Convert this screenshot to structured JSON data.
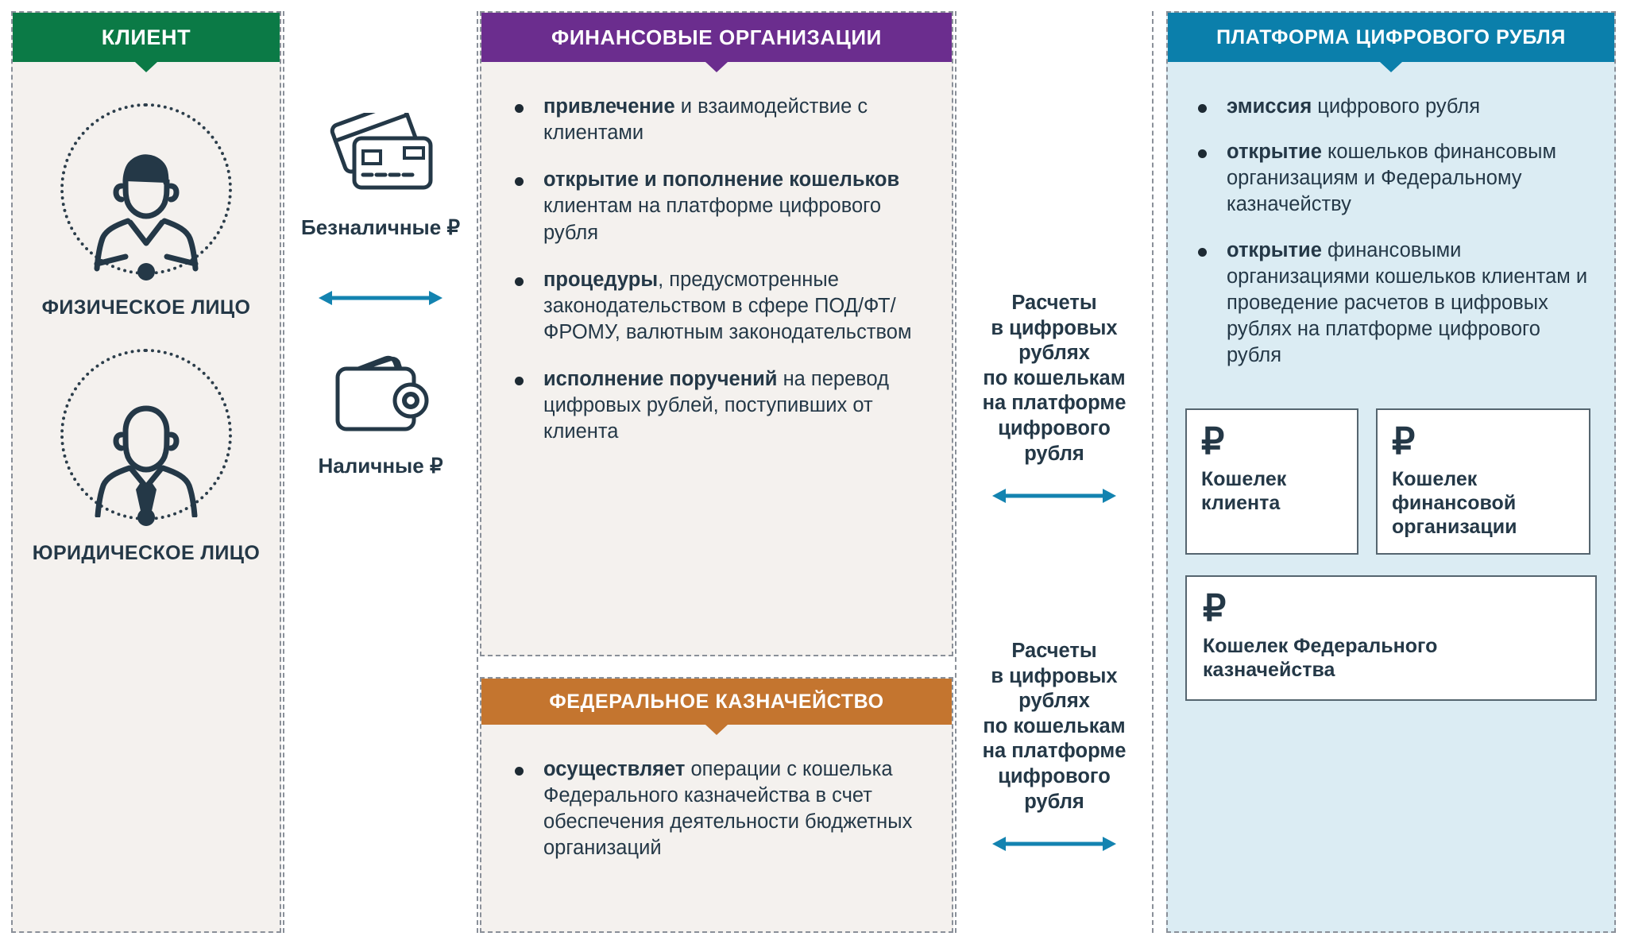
{
  "colors": {
    "client_header": "#0b7a46",
    "finorg_header": "#6b2d8e",
    "treasury_header": "#c4752f",
    "platform_header": "#0b7fab",
    "arrow": "#1383b0",
    "panel_beige": "#f4f1ee",
    "panel_blue": "#dbecf3",
    "ink": "#243847"
  },
  "client": {
    "header": "КЛИЕНТ",
    "persons": [
      {
        "icon": "person-casual-icon",
        "label": "ФИЗИЧЕСКОЕ\nЛИЦО"
      },
      {
        "icon": "person-suit-tie-icon",
        "label": "ЮРИДИЧЕСКОЕ\nЛИЦО"
      }
    ]
  },
  "money_flows": [
    {
      "icon": "credit-cards-icon",
      "label": "Безналичные ₽",
      "arrow": "double-arrow"
    },
    {
      "icon": "wallet-icon",
      "label": "Наличные ₽",
      "arrow": "none"
    }
  ],
  "financial_organizations": {
    "header": "ФИНАНСОВЫЕ ОРГАНИЗАЦИИ",
    "bullets": [
      {
        "bold": "привлечение",
        "rest": " и взаимодействие с клиентами"
      },
      {
        "bold": "открытие и пополнение кошельков",
        "rest": " клиентам на платформе цифрового рубля"
      },
      {
        "bold": "процедуры",
        "rest": ", предусмотренные законодательством в сфере ПОД/ФТ/ФРОМУ, валютным законодательством"
      },
      {
        "bold": "исполнение поручений",
        "rest": " на перевод цифровых рублей, поступивших от клиента"
      }
    ]
  },
  "federal_treasury": {
    "header": "ФЕДЕРАЛЬНОЕ КАЗНАЧЕЙСТВО",
    "bullets": [
      {
        "bold": "осуществляет",
        "rest": " операции с кошелька Федерального казначейства в счет обеспечения деятельности бюджетных организаций"
      }
    ]
  },
  "settlements": [
    {
      "text": "Расчеты\nв цифровых\nрублях\nпо кошелькам\nна платформе\nцифрового\nрубля",
      "arrow": "double-arrow"
    },
    {
      "text": "Расчеты\nв цифровых\nрублях\nпо кошелькам\nна платформе\nцифрового\nрубля",
      "arrow": "double-arrow"
    }
  ],
  "platform": {
    "header": "ПЛАТФОРМА ЦИФРОВОГО РУБЛЯ",
    "bullets": [
      {
        "bold": "эмиссия",
        "rest": " цифрового рубля"
      },
      {
        "bold": "открытие",
        "rest": " кошельков финансовым организациям и Федеральному казначейству"
      },
      {
        "bold": "открытие",
        "rest": " финансовыми организациями кошельков клиентам и проведение расчетов в цифровых рублях на платформе цифрового рубля"
      }
    ],
    "wallets": [
      {
        "symbol": "₽",
        "title": "Кошелек\nклиента"
      },
      {
        "symbol": "₽",
        "title": "Кошелек\nфинансовой\nорганизации"
      },
      {
        "symbol": "₽",
        "title": "Кошелек Федерального\nказначейства"
      }
    ]
  }
}
